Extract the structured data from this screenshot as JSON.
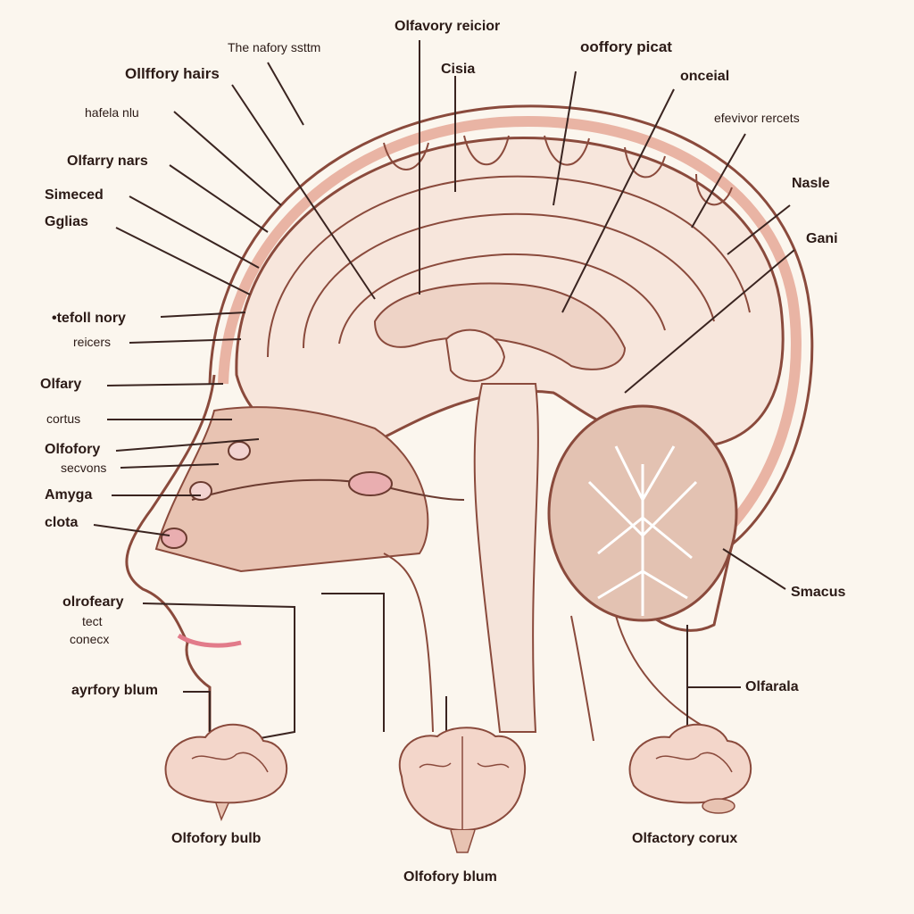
{
  "colors": {
    "background": "#fbf6ee",
    "brain_fill": "#f7e6dc",
    "brain_outline": "#8a4a3c",
    "skin_band": "#e9b4a4",
    "tissue": "#e8c3b2",
    "nerve": "#6b3b30",
    "cerebellum": "#d6b1a0",
    "text": "#2b1a16",
    "accent_pink": "#e27b8a"
  },
  "labels": {
    "nasal_system": "The nafory ssttm",
    "olfactory_hairs": "Ollffory hairs",
    "hafela_nlu": "hafela nlu",
    "olfarry_nars": "Olfarry nars",
    "simeced": "Simeced",
    "gglias": "Gglias",
    "tefoll_nory": "•tefoll nory",
    "reicers": "reicers",
    "olfary": "Olfary",
    "cortus": "cortus",
    "olfofory": "Olfofory",
    "secvons": "secvons",
    "amyga": "Amyga",
    "clota": "clota",
    "olrofeary": "olrofeary",
    "tect": "tect",
    "conecx": "conecx",
    "ayrfory_blum": "ayrfory blum",
    "olfavory_reicior": "Olfavory reicior",
    "cisia": "Cisia",
    "ooffory_picat": "ooffory picat",
    "onceial": "onceial",
    "efevivor_rercets": "efevivor rercets",
    "nasle": "Nasle",
    "gani": "Gani",
    "smacus": "Smacus",
    "olfarala": "Olfarala",
    "olfofory_bulb": "Olfofory bulb",
    "olfofory_blum": "Olfofory blum",
    "olfactory_corux": "Olfactory corux"
  },
  "icons": {
    "bottom_left": "brain-icon",
    "bottom_center": "brain-front-icon",
    "bottom_right": "brain-icon"
  }
}
